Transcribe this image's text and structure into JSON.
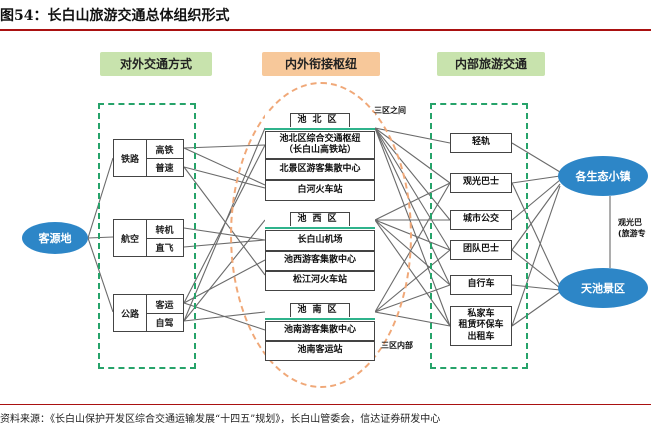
{
  "title": "图54：长白山旅游交通总体组织形式",
  "source": "资料来源：《长白山保护开发区综合交通运输发展“十四五”规划》，长白山管委会，信达证券研发中心",
  "headers": {
    "external": "对外交通方式",
    "hub": "内外衔接枢纽",
    "internal": "内部旅游交通"
  },
  "origin": "客源地",
  "modes": [
    {
      "label": "铁路",
      "items": [
        "高铁",
        "普速"
      ]
    },
    {
      "label": "航空",
      "items": [
        "转机",
        "直飞"
      ]
    },
    {
      "label": "公路",
      "items": [
        "客运",
        "自驾"
      ]
    }
  ],
  "zones": [
    {
      "name": "池北区",
      "items": [
        "池北区综合交通枢纽\n（长白山高铁站）",
        "北景区游客集散中心",
        "白河火车站"
      ]
    },
    {
      "name": "池西区",
      "items": [
        "长白山机场",
        "池西游客集散中心",
        "松江河火车站"
      ]
    },
    {
      "name": "池南区",
      "items": [
        "池南游客集散中心",
        "池南客运站"
      ]
    }
  ],
  "notes": {
    "between": "三区之间",
    "within": "三区内部"
  },
  "internal": [
    "轻轨",
    "观光巴士",
    "城市公交",
    "团队巴士",
    "自行车",
    "私家车\n租赁环保车\n出租车"
  ],
  "destinations": {
    "town": "各生态小镇",
    "scenic": "天池景区",
    "link_label": "观光巴\n(旅游专"
  }
}
